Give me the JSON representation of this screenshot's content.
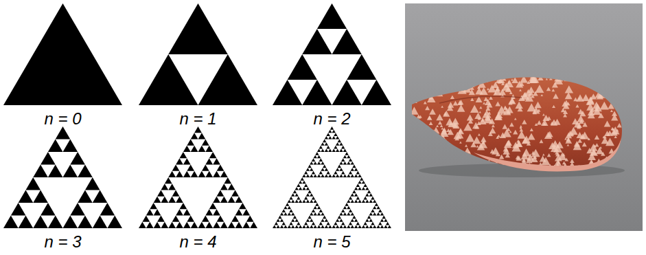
{
  "diagram": {
    "labels": [
      "n = 0",
      "n = 1",
      "n = 2",
      "n = 3",
      "n = 4",
      "n = 5"
    ]
  }
}
